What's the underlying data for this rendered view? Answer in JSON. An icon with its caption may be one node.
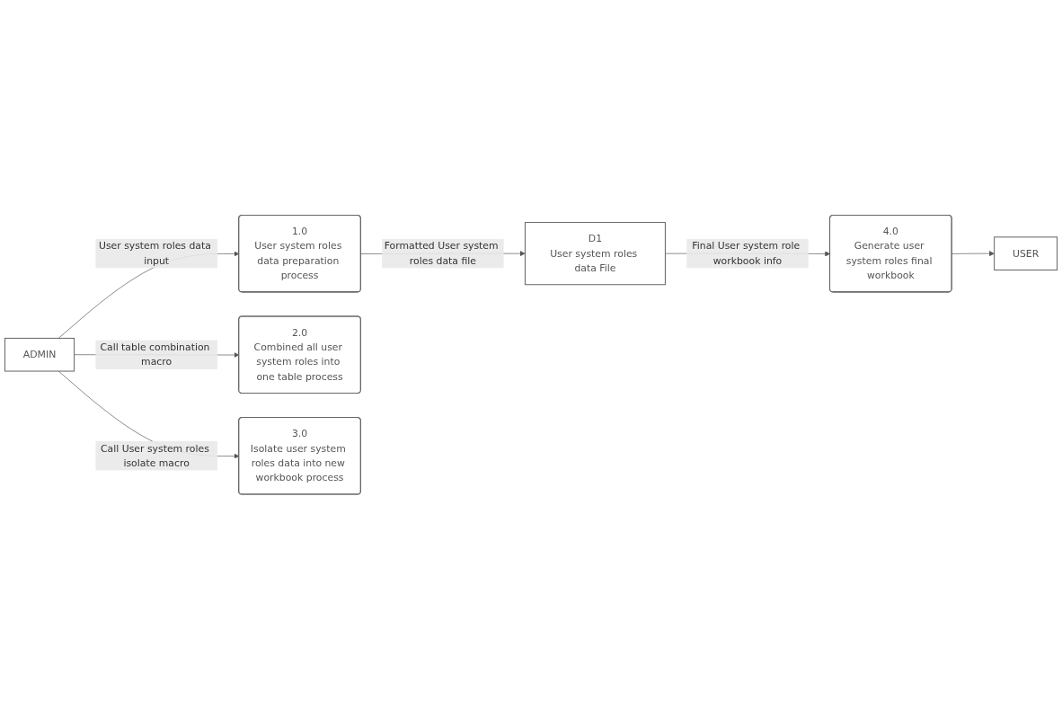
{
  "diagram": {
    "nodes": [
      {
        "text": [
          "1.0",
          "User system roles data preparation process"
        ]
      },
      {
        "text": [
          "D1",
          "User system roles data File"
        ]
      },
      {
        "text": [
          "ADMIN"
        ]
      },
      {
        "text": [
          "2.0",
          "Combined all user system roles into one table process"
        ]
      },
      {
        "text": [
          "3.0",
          "Isolate user system roles data into new workbook process"
        ]
      },
      {
        "text": [
          "USER"
        ]
      },
      {
        "text": [
          "4.0",
          "Generate user system roles final workbook"
        ]
      }
    ],
    "edges": [
      {
        "from": 2,
        "to": 0,
        "arrow": "to",
        "label": "User system roles data input"
      },
      {
        "from": 0,
        "to": 1,
        "arrow": "to",
        "label": "Formatted User system roles data file"
      },
      {
        "from": 2,
        "to": 3,
        "arrow": "to",
        "label": "Call table combination macro"
      },
      {
        "from": 2,
        "to": 4,
        "arrow": "to",
        "label": "Call User system roles isolate macro"
      },
      {
        "from": 1,
        "to": 6,
        "arrow": "to",
        "label": "Final User system role workbook info"
      },
      {
        "from": 6,
        "to": 5,
        "arrow": "to"
      }
    ]
  }
}
